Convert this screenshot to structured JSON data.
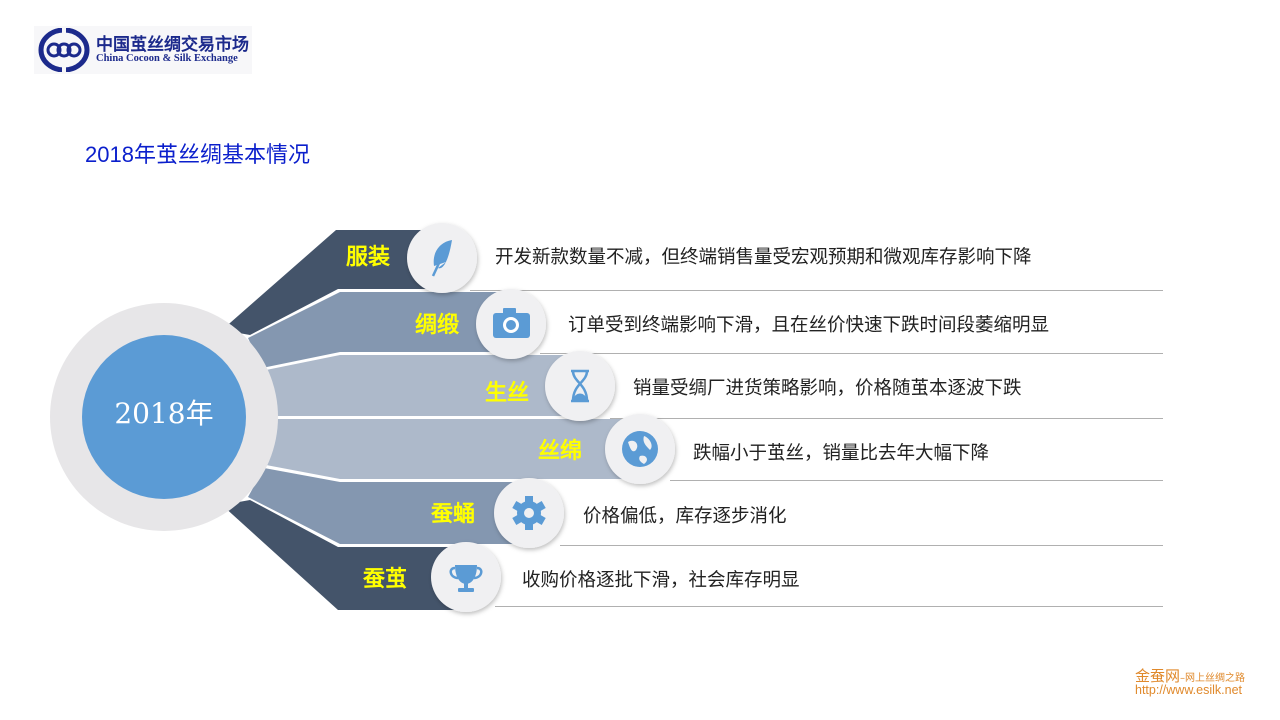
{
  "logo": {
    "name_cn": "中国茧丝绸交易市场",
    "name_en": "China Cocoon & Silk Exchange"
  },
  "title": "2018年茧丝绸基本情况",
  "center_label": "2018年",
  "items": [
    {
      "label": "服装",
      "icon": "feather-icon",
      "text": "开发新款数量不减，但终端销售量受宏观预期和微观库存影响下降"
    },
    {
      "label": "绸缎",
      "icon": "camera-icon",
      "text": "订单受到终端影响下滑，且在丝价快速下跌时间段萎缩明显"
    },
    {
      "label": "生丝",
      "icon": "hourglass-icon",
      "text": "销量受绸厂进货策略影响，价格随茧本逐波下跌"
    },
    {
      "label": "丝绵",
      "icon": "globe-icon",
      "text": "跌幅小于茧丝，销量比去年大幅下降"
    },
    {
      "label": "蚕蛹",
      "icon": "gear-icon",
      "text": "价格偏低，库存逐步消化"
    },
    {
      "label": "蚕茧",
      "icon": "trophy-icon",
      "text": "收购价格逐批下滑，社会库存明显"
    }
  ],
  "watermark": {
    "brand": "金蚕网",
    "slogan": "–网上丝绸之路",
    "url": "http://www.esilk.net"
  },
  "colors": {
    "dark": "#44546a",
    "mid": "#8497b0",
    "light": "#adb9ca",
    "accent": "#5b9bd5",
    "label": "#ffff00",
    "title": "#0b1fcc"
  }
}
